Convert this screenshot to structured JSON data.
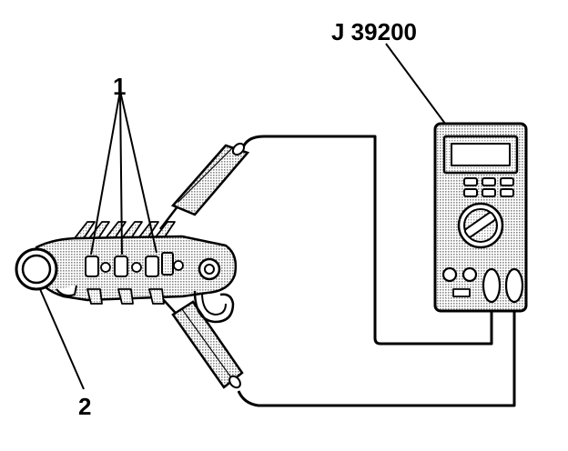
{
  "labels": {
    "meter": "J 39200",
    "callout_1": "1",
    "callout_2": "2"
  },
  "colors": {
    "ink": "#000000",
    "paper": "#ffffff",
    "meter_fill": "#d9d9d9",
    "part_fill": "#c8c8c8",
    "probe_fill": "#b3b3b3"
  }
}
